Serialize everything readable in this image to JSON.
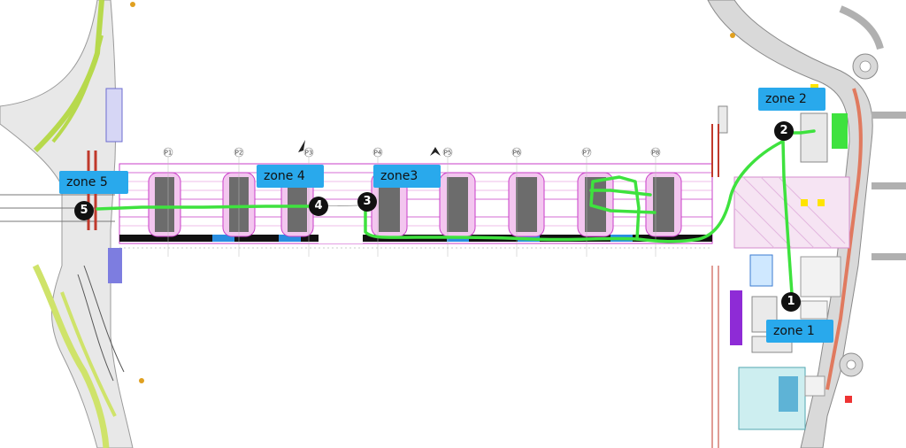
{
  "piers": [
    "P1",
    "P2",
    "P3",
    "P4",
    "P5",
    "P6",
    "P7",
    "P8"
  ],
  "zones": [
    {
      "id": "z1",
      "label": "zone 1",
      "marker": "1"
    },
    {
      "id": "z2",
      "label": "zone 2",
      "marker": "2"
    },
    {
      "id": "z3",
      "label": "zone3",
      "marker": "3"
    },
    {
      "id": "z4",
      "label": "zone 4",
      "marker": "4"
    },
    {
      "id": "z5",
      "label": "zone 5",
      "marker": "5"
    }
  ],
  "colors": {
    "zone_label_bg": "#29a9ec",
    "route_green": "#3ee23e",
    "deck_magenta": "#c83ec8",
    "pier_pink": "#f3c6ef",
    "road_grey": "#bdbdbd",
    "marker_black": "#111111"
  }
}
